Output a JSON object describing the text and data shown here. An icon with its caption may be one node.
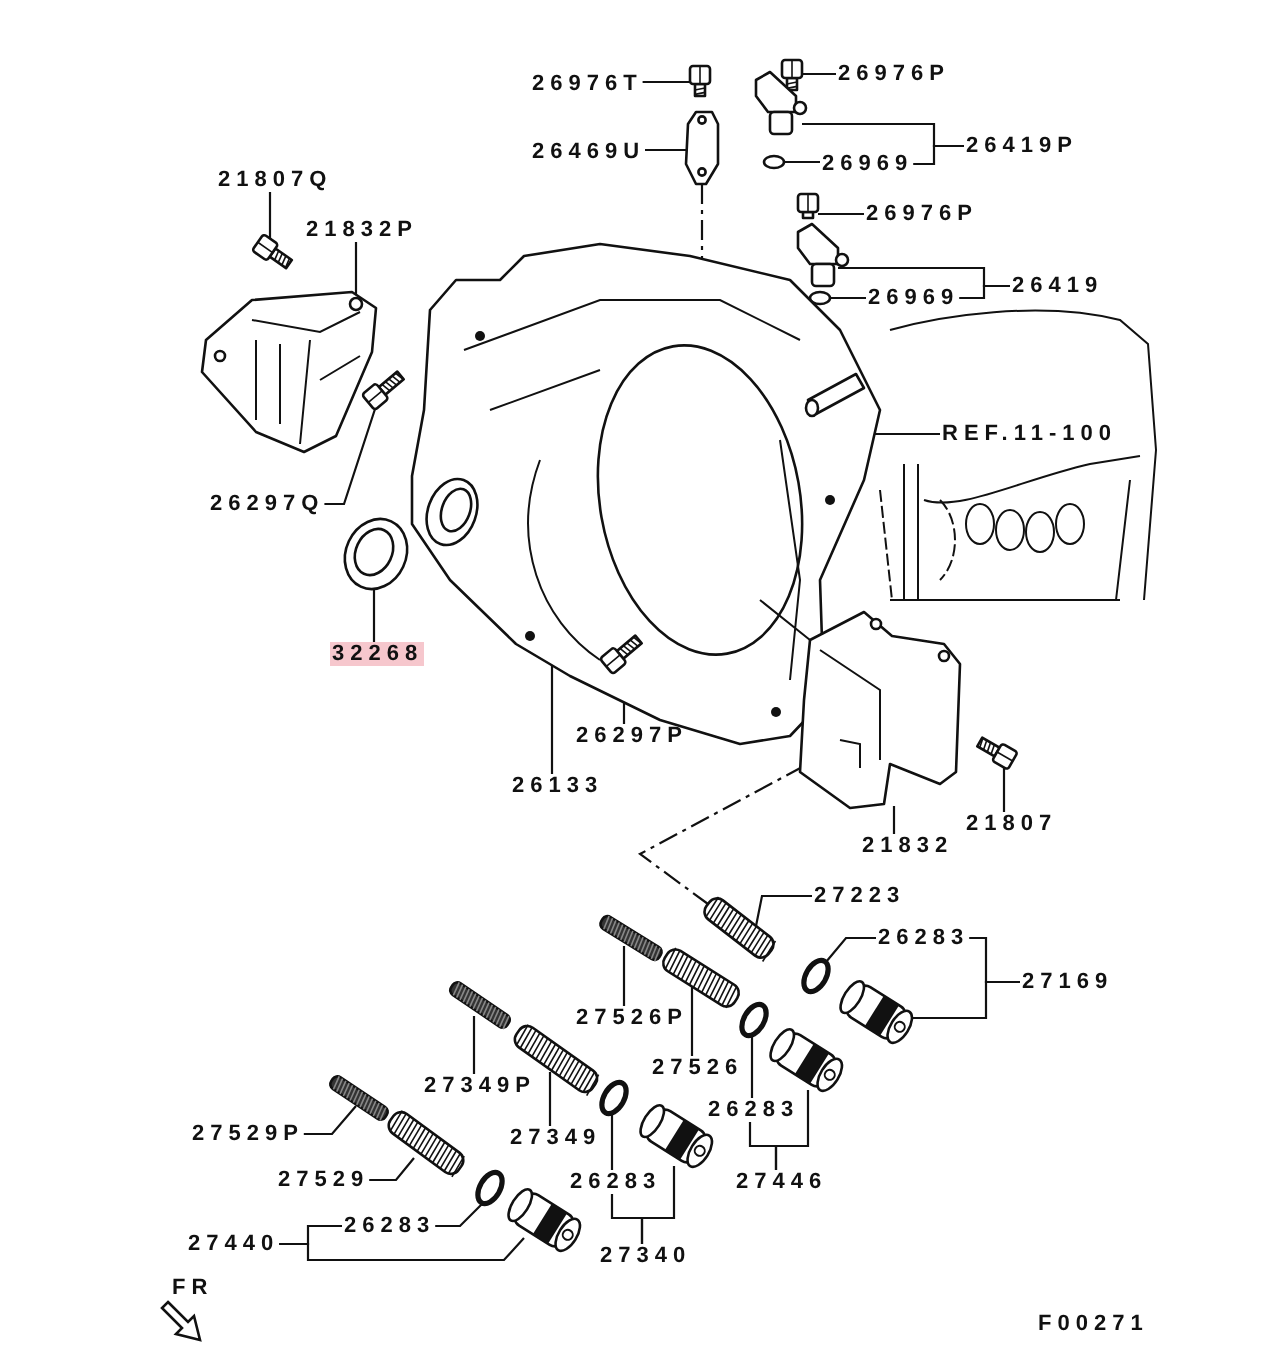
{
  "diagram": {
    "nodes": [
      {
        "text": [
          "26976T"
        ]
      },
      {
        "text": [
          "26469U"
        ]
      },
      {
        "text": [
          "26976P"
        ]
      },
      {
        "text": [
          "26419P"
        ]
      },
      {
        "text": [
          "26969"
        ]
      },
      {
        "text": [
          "26976P"
        ]
      },
      {
        "text": [
          "26419"
        ]
      },
      {
        "text": [
          "26969"
        ]
      },
      {
        "text": [
          "REF.11-100"
        ]
      },
      {
        "text": [
          "21807Q"
        ]
      },
      {
        "text": [
          "21832P"
        ]
      },
      {
        "text": [
          "26297Q"
        ]
      },
      {
        "text": [
          "32268"
        ]
      },
      {
        "text": [
          "26297P"
        ]
      },
      {
        "text": [
          "26133"
        ]
      },
      {
        "text": [
          "21807"
        ]
      },
      {
        "text": [
          "21832"
        ]
      },
      {
        "text": [
          "27223"
        ]
      },
      {
        "text": [
          "26283"
        ]
      },
      {
        "text": [
          "27169"
        ]
      },
      {
        "text": [
          "27526P"
        ]
      },
      {
        "text": [
          "27526"
        ]
      },
      {
        "text": [
          "26283"
        ]
      },
      {
        "text": [
          "27349P"
        ]
      },
      {
        "text": [
          "27446"
        ]
      },
      {
        "text": [
          "27349"
        ]
      },
      {
        "text": [
          "26283"
        ]
      },
      {
        "text": [
          "27529P"
        ]
      },
      {
        "text": [
          "27529"
        ]
      },
      {
        "text": [
          "27340"
        ]
      },
      {
        "text": [
          "26283"
        ]
      },
      {
        "text": [
          "27440"
        ]
      },
      {
        "text": [],
        "shape": "picture"
      },
      {
        "text": [],
        "shape": "picture"
      },
      {
        "text": [],
        "shape": "picture"
      },
      {
        "text": [],
        "shape": "picture"
      },
      {
        "text": [],
        "shape": "circle"
      },
      {
        "text": [],
        "shape": "picture"
      },
      {
        "text": [],
        "shape": "picture"
      },
      {
        "text": [],
        "shape": "circle"
      },
      {
        "text": [],
        "shape": "picture"
      },
      {
        "text": [],
        "shape": "picture",
        "in": 40
      },
      {
        "text": [],
        "shape": "picture"
      },
      {
        "text": [],
        "shape": "picture"
      },
      {
        "text": [],
        "shape": "picture"
      },
      {
        "text": [],
        "shape": "picture"
      },
      {
        "text": [],
        "shape": "picture",
        "in": 40
      },
      {
        "text": [],
        "shape": "picture"
      },
      {
        "text": [],
        "shape": "picture"
      },
      {
        "text": [],
        "shape": "picture"
      },
      {
        "text": [],
        "shape": "picture"
      },
      {
        "text": [],
        "shape": "picture"
      },
      {
        "text": [],
        "shape": "circle"
      },
      {
        "text": [],
        "shape": "picture"
      },
      {
        "text": [],
        "shape": "circle"
      },
      {
        "text": [],
        "shape": "picture"
      },
      {
        "text": [],
        "shape": "picture"
      },
      {
        "text": [],
        "shape": "picture"
      },
      {
        "text": [],
        "shape": "circle"
      },
      {
        "text": [],
        "shape": "picture"
      },
      {
        "text": [],
        "shape": "picture"
      },
      {
        "text": [],
        "shape": "picture"
      },
      {
        "text": [],
        "shape": "circle"
      },
      {
        "text": [],
        "shape": "picture"
      },
      {
        "text": [],
        "shape": "arrow"
      }
    ],
    "edges": [
      {
        "from": 0,
        "to": 32,
        "arrow": "none"
      },
      {
        "from": 1,
        "to": 33,
        "arrow": "none"
      },
      {
        "from": 2,
        "to": 34,
        "arrow": "none"
      },
      {
        "from": 3,
        "to": 35,
        "arrow": "none"
      },
      {
        "from": 3,
        "to": 4,
        "arrow": "none"
      },
      {
        "from": 4,
        "to": 36,
        "arrow": "none"
      },
      {
        "from": 5,
        "to": 37,
        "arrow": "none"
      },
      {
        "from": 6,
        "to": 38,
        "arrow": "none"
      },
      {
        "from": 6,
        "to": 7,
        "arrow": "none"
      },
      {
        "from": 7,
        "to": 39,
        "arrow": "none"
      },
      {
        "from": 8,
        "to": 41,
        "arrow": "none"
      },
      {
        "from": 9,
        "to": 42,
        "arrow": "none"
      },
      {
        "from": 10,
        "to": 43,
        "arrow": "none"
      },
      {
        "from": 11,
        "to": 44,
        "arrow": "none"
      },
      {
        "from": 12,
        "to": 45,
        "arrow": "none"
      },
      {
        "from": 13,
        "to": 46,
        "arrow": "none"
      },
      {
        "from": 14,
        "to": 40,
        "arrow": "none"
      },
      {
        "from": 16,
        "to": 47,
        "arrow": "none"
      },
      {
        "from": 15,
        "to": 48,
        "arrow": "none"
      },
      {
        "from": 17,
        "to": 49,
        "arrow": "none"
      },
      {
        "from": 18,
        "to": 52,
        "arrow": "none"
      },
      {
        "from": 19,
        "to": 18,
        "arrow": "none"
      },
      {
        "from": 19,
        "to": 53,
        "arrow": "none"
      },
      {
        "from": 20,
        "to": 50,
        "arrow": "none"
      },
      {
        "from": 21,
        "to": 51,
        "arrow": "none"
      },
      {
        "from": 22,
        "to": 54,
        "arrow": "none"
      },
      {
        "from": 24,
        "to": 22,
        "arrow": "none"
      },
      {
        "from": 24,
        "to": 55,
        "arrow": "none"
      },
      {
        "from": 23,
        "to": 56,
        "arrow": "none"
      },
      {
        "from": 25,
        "to": 57,
        "arrow": "none"
      },
      {
        "from": 26,
        "to": 58,
        "arrow": "none"
      },
      {
        "from": 29,
        "to": 26,
        "arrow": "none"
      },
      {
        "from": 29,
        "to": 59,
        "arrow": "none"
      },
      {
        "from": 27,
        "to": 60,
        "arrow": "none"
      },
      {
        "from": 28,
        "to": 61,
        "arrow": "none"
      },
      {
        "from": 30,
        "to": 62,
        "arrow": "none"
      },
      {
        "from": 31,
        "to": 30,
        "arrow": "none"
      },
      {
        "from": 31,
        "to": 63,
        "arrow": "none"
      },
      {
        "from": 33,
        "to": 40,
        "arrow": "none",
        "style": "dashed"
      },
      {
        "from": 47,
        "to": 49,
        "arrow": "none",
        "style": "dashed"
      }
    ],
    "labels": [
      "FR",
      "F00271"
    ]
  }
}
